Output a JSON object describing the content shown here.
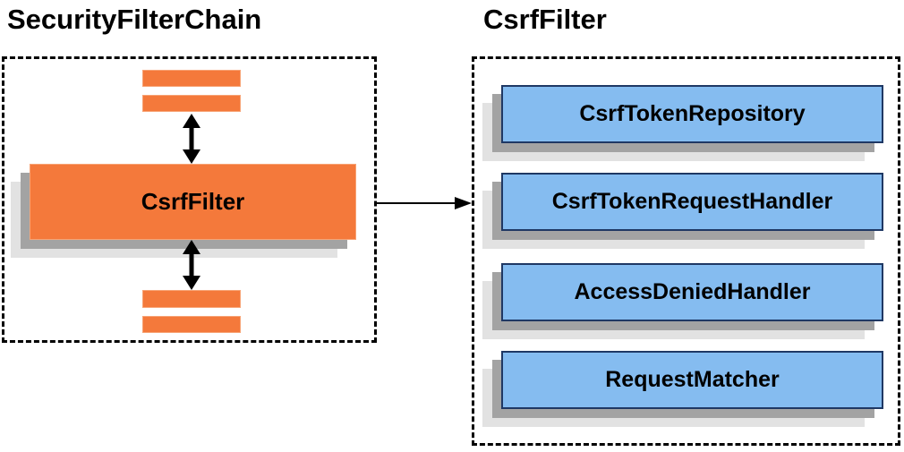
{
  "diagram": {
    "left_panel": {
      "title": "SecurityFilterChain",
      "csrf_filter_label": "CsrfFilter"
    },
    "right_panel": {
      "title": "CsrfFilter",
      "components": [
        "CsrfTokenRepository",
        "CsrfTokenRequestHandler",
        "AccessDeniedHandler",
        "RequestMatcher"
      ]
    },
    "colors": {
      "orange_fill": "#F4793B",
      "orange_border": "#F7A375",
      "blue_fill": "#85BCF0",
      "blue_border": "#1F3864",
      "shadow_dark": "#A3A3A3",
      "shadow_light": "#E2E2E2",
      "outline_black": "#000000"
    }
  }
}
